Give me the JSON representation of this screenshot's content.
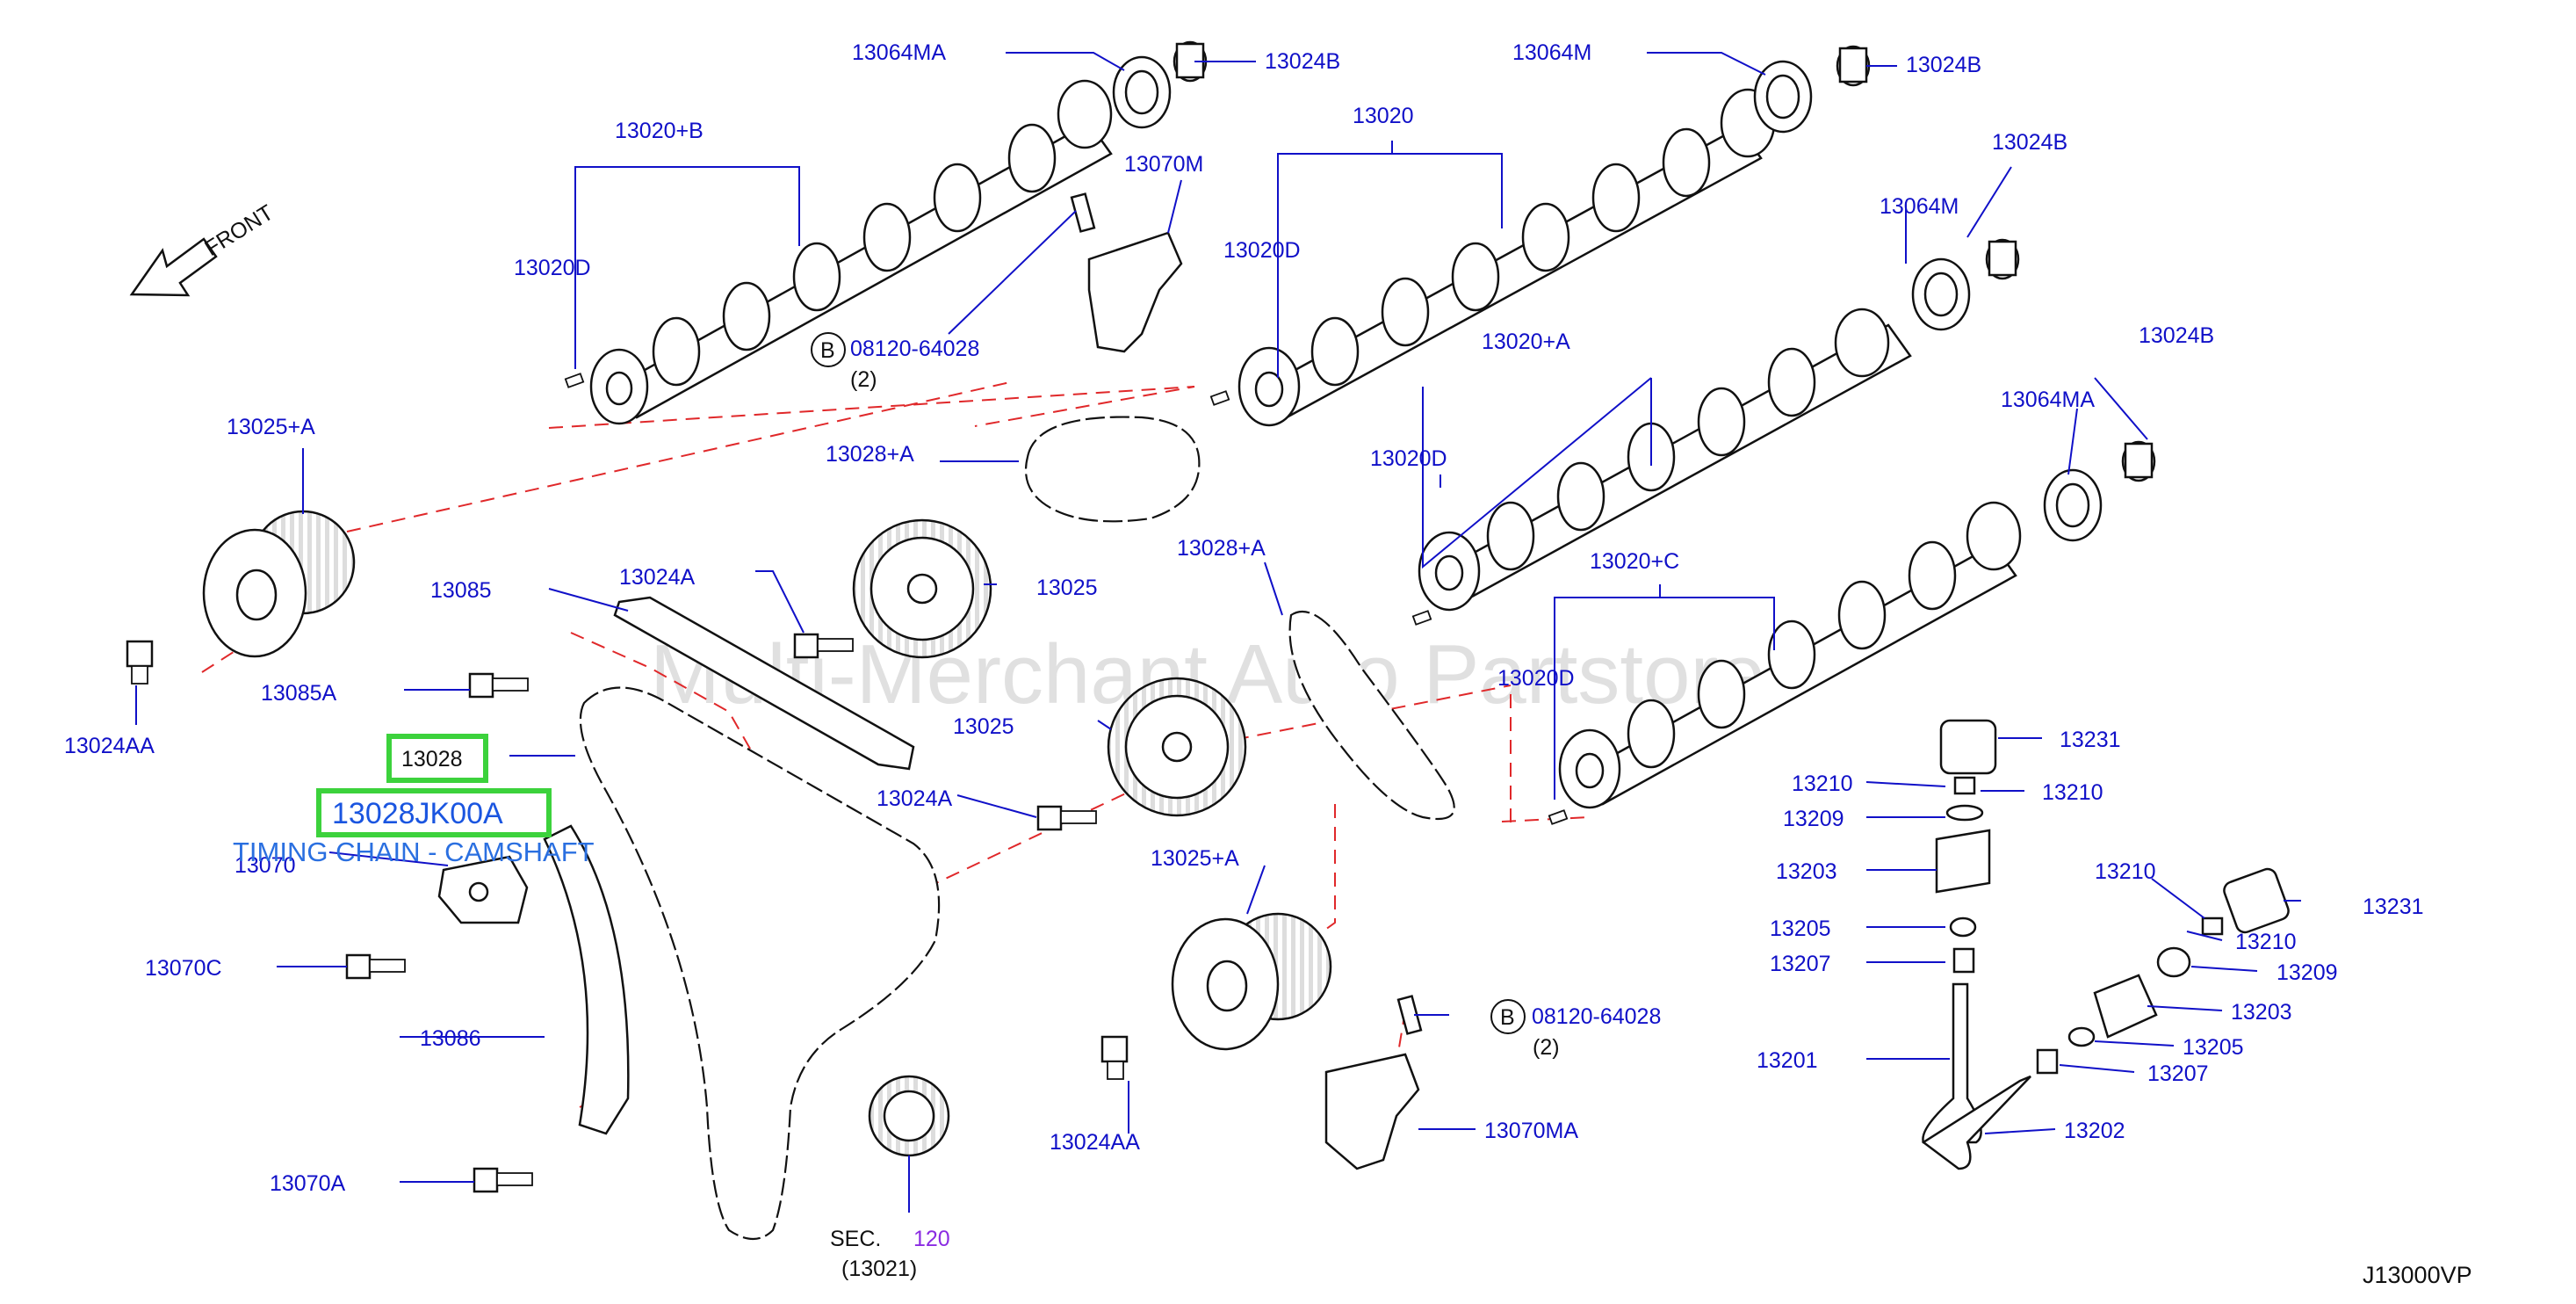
{
  "diagram_code": "J13000VP",
  "watermark": "Multi-Merchant Auto Partstore",
  "front_label": "FRONT",
  "highlight": {
    "part_number": "13028",
    "oem_number": "13028JK00A",
    "description": "TIMING CHAIN - CAMSHAFT"
  },
  "bolt_ref": {
    "circle_letter": "B",
    "top": {
      "number": "08120-64028",
      "qty": "(2)"
    },
    "bottom": {
      "number": "08120-64028",
      "qty": "(2)"
    }
  },
  "sec": {
    "prefix": "SEC.",
    "number": "120",
    "sub": "(13021)"
  },
  "labels": {
    "p13064MA_top": "13064MA",
    "p13024B_1": "13024B",
    "p13064M_top": "13064M",
    "p13024B_2": "13024B",
    "p13020B": "13020+B",
    "p13020": "13020",
    "p13070M": "13070M",
    "p13024B_3": "13024B",
    "p13064M_mid": "13064M",
    "p13020D_1": "13020D",
    "p13020D_2": "13020D",
    "p13024B_4": "13024B",
    "p13020A": "13020+A",
    "p13064MA_mid": "13064MA",
    "p13025A_top": "13025+A",
    "p13028A_1": "13028+A",
    "p13020D_3": "13020D",
    "p13085": "13085",
    "p13024A_1": "13024A",
    "p13025_1": "13025",
    "p13028A_2": "13028+A",
    "p13020C": "13020+C",
    "p13024AA_1": "13024AA",
    "p13085A": "13085A",
    "p13020D_4": "13020D",
    "p13025_2": "13025",
    "p13231_1": "13231",
    "p13024A_2": "13024A",
    "p13210_1": "13210",
    "p13210_2": "13210",
    "p13209_1": "13209",
    "p13070": "13070",
    "p13025A_bottom": "13025+A",
    "p13203_1": "13203",
    "p13210_3": "13210",
    "p13231_2": "13231",
    "p13070C": "13070C",
    "p13205_1": "13205",
    "p13210_4": "13210",
    "p13207_1": "13207",
    "p13209_2": "13209",
    "p13086": "13086",
    "p13203_2": "13203",
    "p13205_2": "13205",
    "p13201": "13201",
    "p13207_2": "13207",
    "p13024AA_2": "13024AA",
    "p13070MA": "13070MA",
    "p13202": "13202",
    "p13070A": "13070A"
  }
}
